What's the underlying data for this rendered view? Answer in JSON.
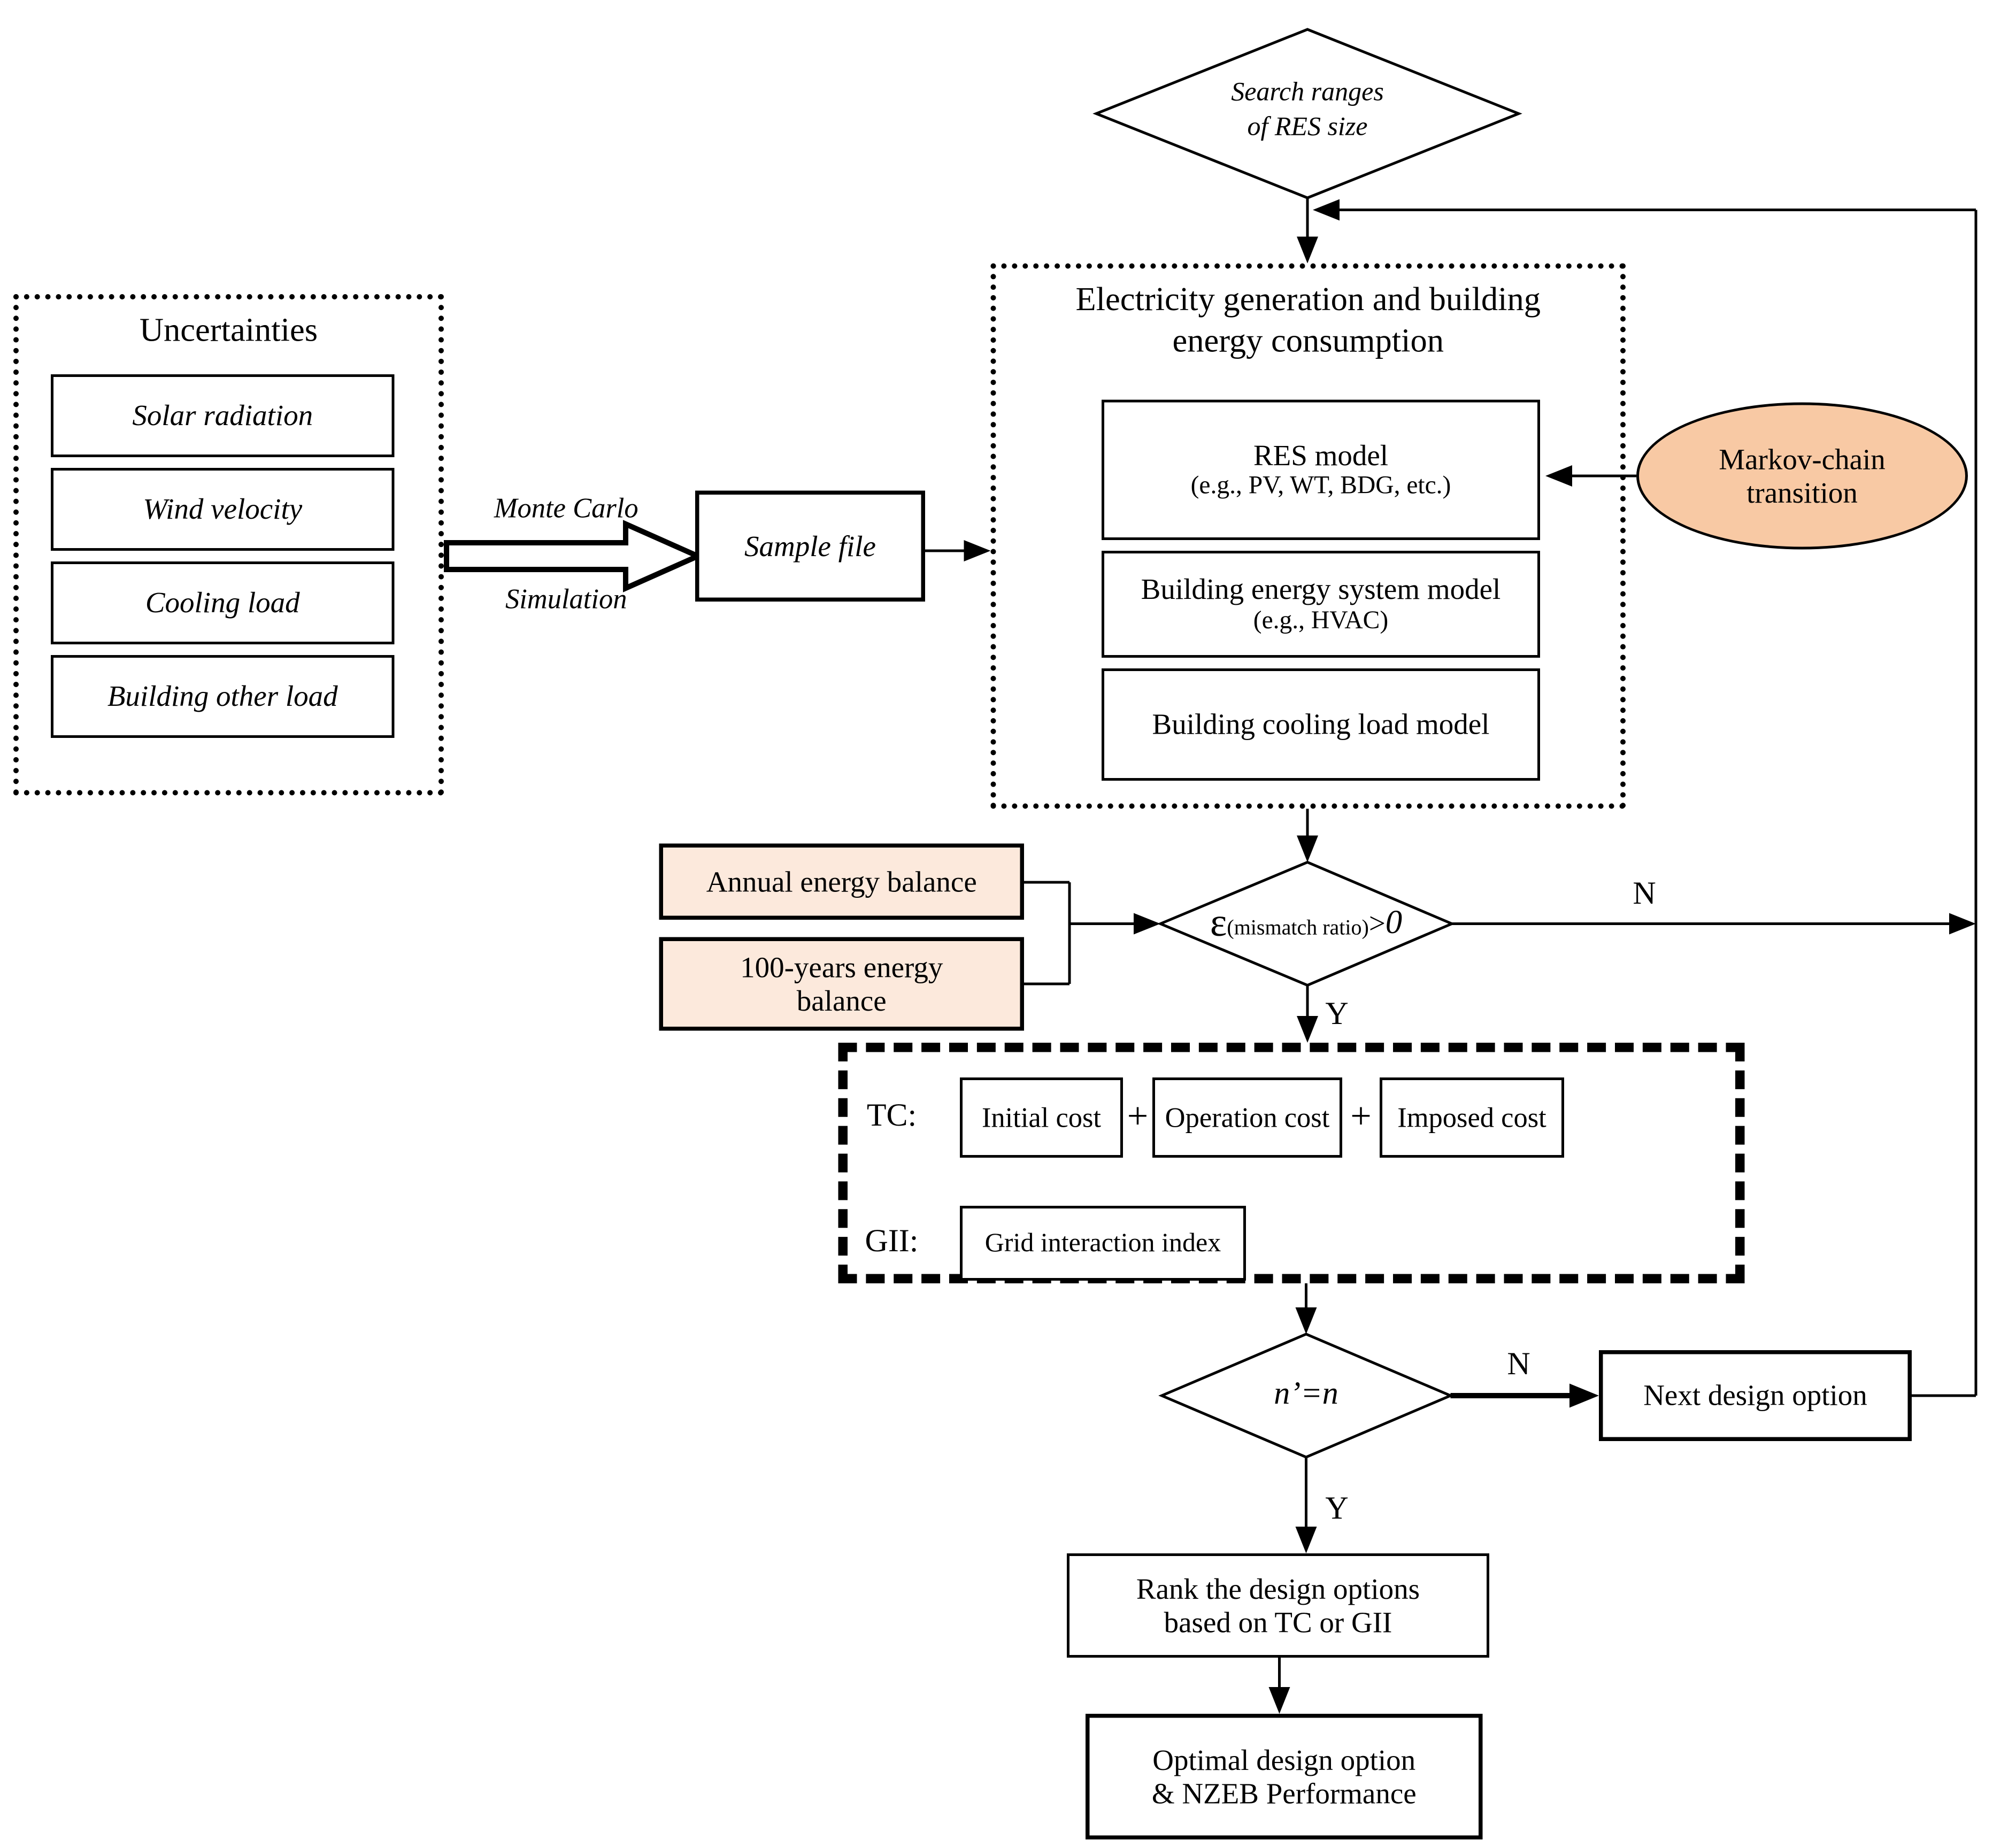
{
  "colors": {
    "ellipse_fill": "#F8C9A4",
    "balance_fill": "#FCE9DC",
    "line_color": "#000000"
  },
  "top_diamond": {
    "line1": "Search ranges",
    "line2": "of RES size"
  },
  "uncertainties": {
    "title": "Uncertainties",
    "items": [
      "Solar radiation",
      "Wind velocity",
      "Cooling load",
      "Building other load"
    ]
  },
  "monte_carlo": {
    "label_top": "Monte Carlo",
    "label_bottom": "Simulation"
  },
  "sample_file": {
    "label": "Sample file"
  },
  "electricity": {
    "title_line1": "Electricity generation and building",
    "title_line2": "energy consumption",
    "res_model": {
      "line1": "RES model",
      "line2": "(e.g., PV, WT, BDG, etc.)"
    },
    "building_energy": {
      "line1": "Building energy system model",
      "line2": "(e.g., HVAC)"
    },
    "cooling_load": {
      "line1": "Building cooling load model"
    }
  },
  "markov": {
    "line1": "Markov-chain",
    "line2": "transition"
  },
  "balance": {
    "annual": "Annual energy balance",
    "hundred_line1": "100-years energy",
    "hundred_line2": "balance"
  },
  "mismatch_diamond": {
    "epsilon": "ε",
    "subscript": "(mismatch ratio)",
    "operator": ">",
    "zero": "0"
  },
  "branch_labels": {
    "mismatch_no": "N",
    "mismatch_yes": "Y",
    "nn_no": "N",
    "nn_yes": "Y"
  },
  "tc_gii": {
    "tc_label": "TC:",
    "initial": "Initial cost",
    "plus1": "+",
    "operation": "Operation cost",
    "plus2": "+",
    "imposed": "Imposed cost",
    "gii_label": "GII:",
    "grid": "Grid interaction index"
  },
  "nn_diamond": {
    "label": "n’=n"
  },
  "next_box": {
    "label": "Next design option"
  },
  "rank_box": {
    "line1": "Rank the design options",
    "line2": "based on TC or GII"
  },
  "optimal_box": {
    "line1": "Optimal design option",
    "line2": "& NZEB Performance"
  }
}
